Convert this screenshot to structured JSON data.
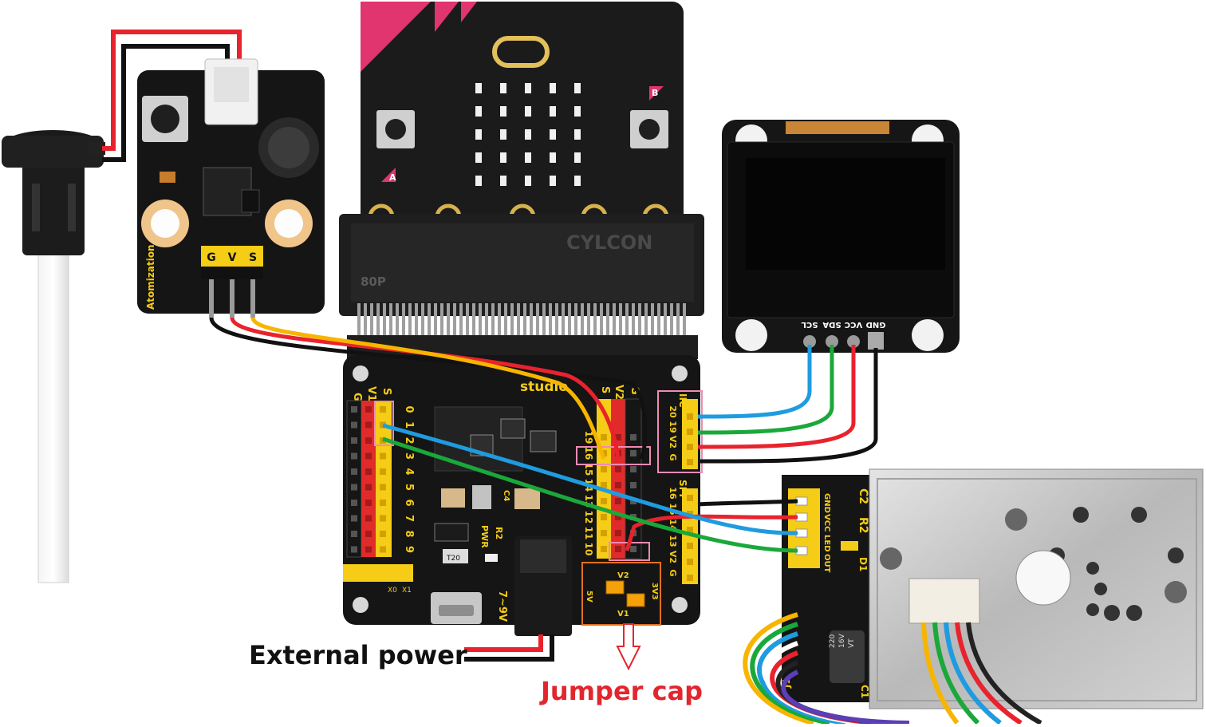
{
  "atomizer_module": {
    "label": "Atomization",
    "pins": [
      "G",
      "V",
      "S"
    ]
  },
  "microbit": {
    "button_a": "A",
    "button_b": "B"
  },
  "edge_connector": {
    "brand": "CYLCON",
    "label": "80P"
  },
  "shield": {
    "brand": "studio",
    "left_headers": [
      "G",
      "V1",
      "S"
    ],
    "left_pins": [
      "0",
      "1",
      "2",
      "3",
      "4",
      "5",
      "6",
      "7",
      "8",
      "9"
    ],
    "mid_headers": [
      "S",
      "V2",
      "G"
    ],
    "mid_pins": [
      "19",
      "16",
      "15",
      "14",
      "13",
      "12",
      "11",
      "10"
    ],
    "iic_label": "IIC",
    "iic_pins": [
      "20",
      "19",
      "V2",
      "G"
    ],
    "spi_label": "SPI",
    "spi_pins": [
      "16",
      "15",
      "14",
      "13",
      "V2",
      "G"
    ],
    "pwr_label": "PWR",
    "voltage_label": "7~9V",
    "jumper_labels": {
      "v2": "V2",
      "v1": "V1",
      "five_v": "5V",
      "three_v3": "3V3"
    },
    "misc": {
      "c4": "C4",
      "r2": "R2",
      "t20": "T20",
      "x0": "X0",
      "x1": "X1"
    }
  },
  "oled": {
    "pins": [
      "GND",
      "VCC",
      "SDA",
      "SCL"
    ]
  },
  "dust_sensor": {
    "pins": [
      "GND",
      "VCC",
      "LED",
      "OUT"
    ],
    "labels": {
      "c2": "C2",
      "r2": "R2",
      "d1": "D1",
      "j1": "J1",
      "c1": "C1"
    },
    "capacitor": [
      "220",
      "16V",
      "VT"
    ]
  },
  "annotations": {
    "external_power": "External power",
    "jumper_cap": "Jumper cap"
  },
  "colors": {
    "board": "#151515",
    "yellow_header": "#f5cc16",
    "red_header": "#e12b2b",
    "wire_red": "#e8232d",
    "wire_black": "#111111",
    "wire_yellow": "#f7b500",
    "wire_green": "#1aa83a",
    "wire_blue": "#1f9be0",
    "microbit_pink": "#e0356e",
    "callout_pink": "#f08bb4",
    "callout_orange": "#e07020",
    "label_red": "#e2262e"
  }
}
